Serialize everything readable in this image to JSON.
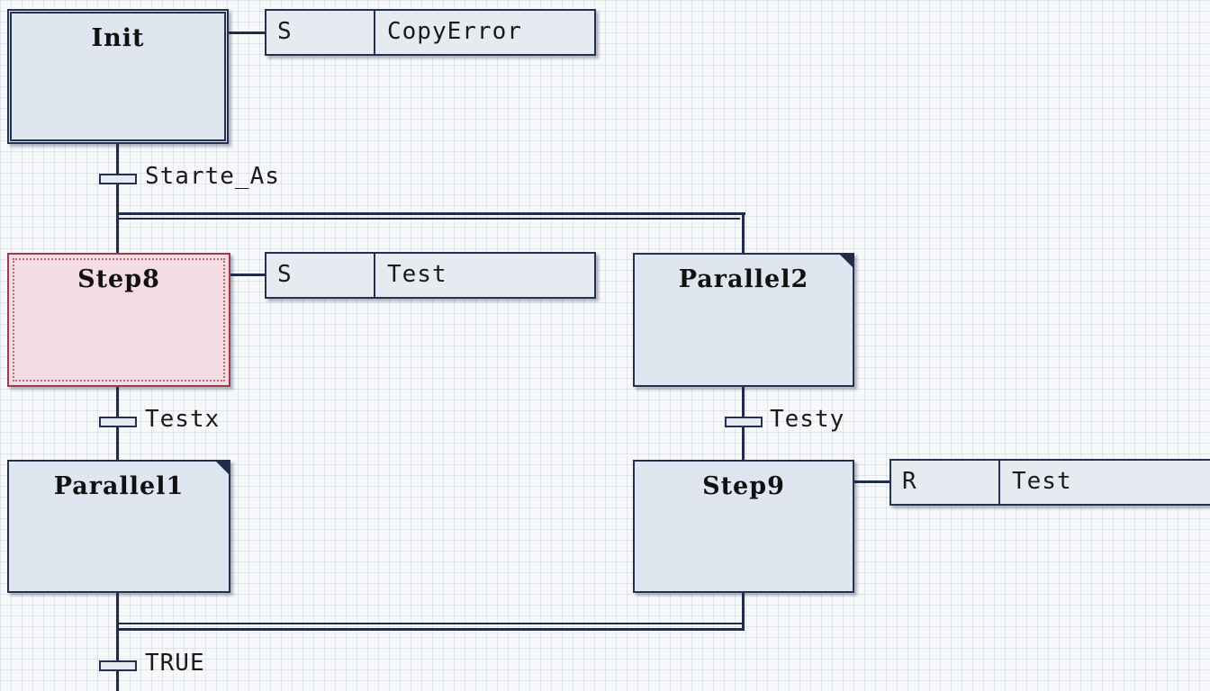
{
  "steps": {
    "init": {
      "name": "Init"
    },
    "step8": {
      "name": "Step8"
    },
    "parallel1": {
      "name": "Parallel1"
    },
    "parallel2": {
      "name": "Parallel2"
    },
    "step9": {
      "name": "Step9"
    }
  },
  "actions": {
    "init_action": {
      "qualifier": "S",
      "name": "CopyError"
    },
    "step8_action": {
      "qualifier": "S",
      "name": "Test"
    },
    "step9_action": {
      "qualifier": "R",
      "name": "Test"
    }
  },
  "transitions": {
    "t1": {
      "condition": "Starte_As"
    },
    "t2": {
      "condition": "Testx"
    },
    "t3": {
      "condition": "Testy"
    },
    "t4": {
      "condition": "TRUE"
    }
  },
  "colors": {
    "step_fill": "#dfe6f0",
    "active_step_fill": "#f3dde3",
    "active_step_border": "#a23a4c",
    "line": "#1f2d4a"
  }
}
